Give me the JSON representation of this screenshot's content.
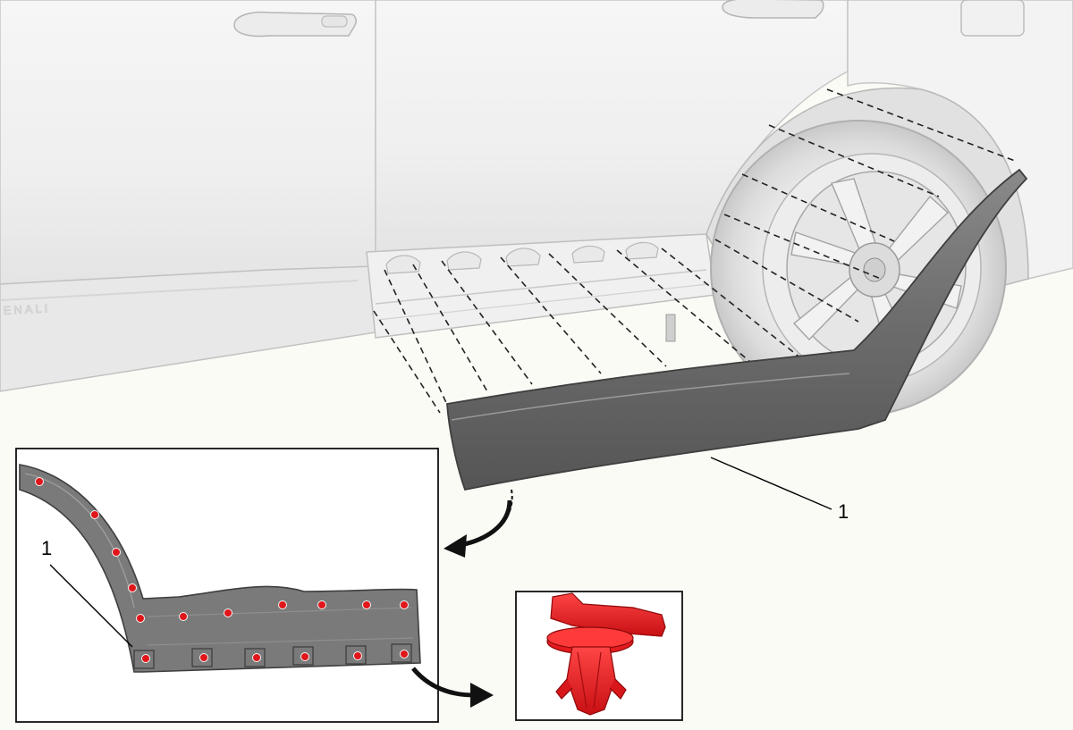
{
  "vehicle": {
    "badge_text": "ENALI"
  },
  "callouts": {
    "main_label": "1",
    "detail_label": "1"
  },
  "colors": {
    "background": "#fbfbf6",
    "body_panel": "#f1f1f1",
    "body_outline": "#c6c6c6",
    "molding": "#6c6c6c",
    "molding_dark": "#4c4c4c",
    "fastener": "#e0161a",
    "leader": "#000000"
  },
  "icons": {
    "flow_arrow_1": "curved-arrow-icon",
    "flow_arrow_2": "curved-arrow-icon",
    "fastener": "push-pin-retainer-icon"
  }
}
